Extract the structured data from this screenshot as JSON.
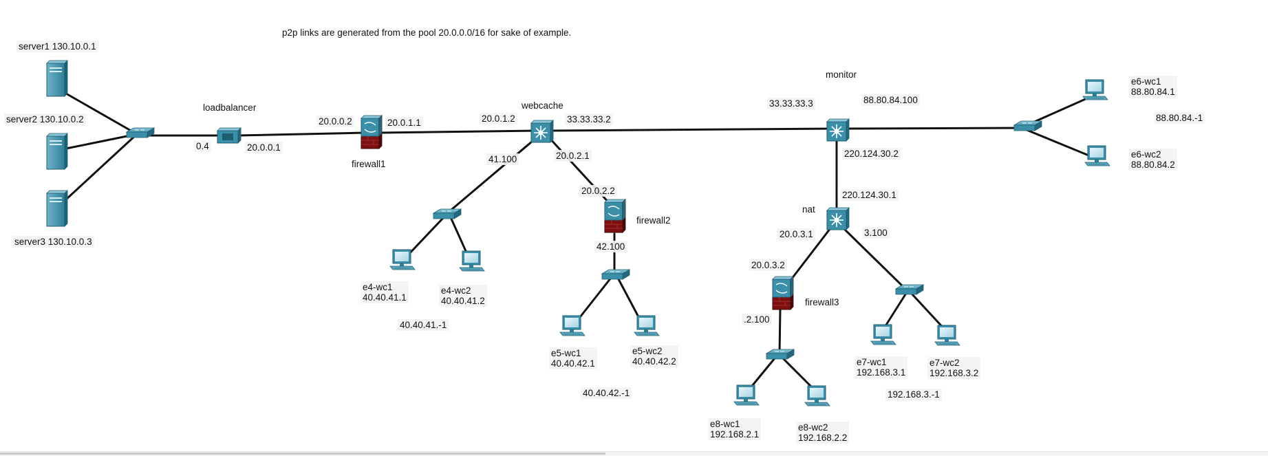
{
  "note": "p2p links are generated from the pool 20.0.0.0/16 for sake of example.",
  "devices": {
    "server1": "server1 130.10.0.1",
    "server2": "server2 130.10.0.2",
    "server3": "server3 130.10.0.3",
    "loadbalancer": "loadbalancer",
    "firewall1": "firewall1",
    "webcache": "webcache",
    "firewall2": "firewall2",
    "monitor": "monitor",
    "nat": "nat",
    "firewall3": "firewall3"
  },
  "hosts": {
    "e4_wc1": {
      "name": "e4-wc1",
      "ip": "40.40.41.1"
    },
    "e4_wc2": {
      "name": "e4-wc2",
      "ip": "40.40.41.2"
    },
    "e5_wc1": {
      "name": "e5-wc1",
      "ip": "40.40.42.1"
    },
    "e5_wc2": {
      "name": "e5-wc2",
      "ip": "40.40.42.2"
    },
    "e6_wc1": {
      "name": "e6-wc1",
      "ip": "88.80.84.1"
    },
    "e6_wc2": {
      "name": "e6-wc2",
      "ip": "88.80.84.2"
    },
    "e7_wc1": {
      "name": "e7-wc1",
      "ip": "192.168.3.1"
    },
    "e7_wc2": {
      "name": "e7-wc2",
      "ip": "192.168.3.2"
    },
    "e8_wc1": {
      "name": "e8-wc1",
      "ip": "192.168.2.1"
    },
    "e8_wc2": {
      "name": "e8-wc2",
      "ip": "192.168.2.2"
    }
  },
  "interface_labels": {
    "lb_left": "0.4",
    "lb_right": "20.0.0.1",
    "fw1_left": "20.0.0.2",
    "fw1_right": "20.0.1.1",
    "wc_left": "20.0.1.2",
    "wc_right": "33.33.33.2",
    "wc_down_left": "41.100",
    "wc_down_right": "20.0.2.1",
    "fw2_top": "20.0.2.2",
    "fw2_bottom": "42.100",
    "mon_left": "33.33.33.3",
    "mon_right": "88.80.84.100",
    "mon_down": "220.124.30.2",
    "nat_top": "220.124.30.1",
    "nat_left": "20.0.3.1",
    "nat_right": "3.100",
    "fw3_top": "20.0.3.2",
    "fw3_bottom": ".2.100"
  },
  "subnets": {
    "e4": "40.40.41.-1",
    "e5": "40.40.42.-1",
    "e6": "88.80.84.-1",
    "e7": "192.168.3.-1",
    "e8": ""
  },
  "colors": {
    "device_teal": "#3b8fa8",
    "device_dark": "#23667d",
    "firewall_red": "#7a1010",
    "link": "#111111"
  },
  "icons": {
    "server": "server-tower-icon",
    "switch": "switch-icon",
    "router": "multilayer-switch-icon",
    "firewall": "firewall-icon",
    "pc": "pc-icon",
    "loadbalancer": "loadbalancer-icon"
  }
}
